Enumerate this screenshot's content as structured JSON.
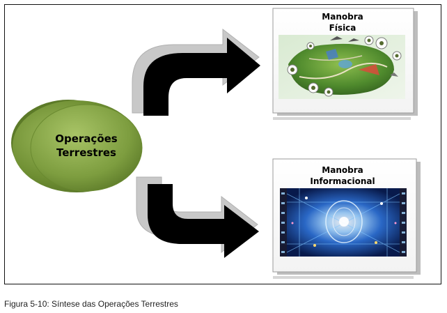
{
  "diagram": {
    "center": {
      "line1": "Operações",
      "line2": "Terrestres",
      "color": "#7a9a3c"
    },
    "top_panel": {
      "title_line1": "Manobra",
      "title_line2": "Física",
      "image_icon": "terrain-map-image"
    },
    "bottom_panel": {
      "title_line1": "Manobra",
      "title_line2": "Informacional",
      "image_icon": "digital-brain-image"
    }
  },
  "caption": "Figura 5-10: Síntese das Operações Terrestres"
}
